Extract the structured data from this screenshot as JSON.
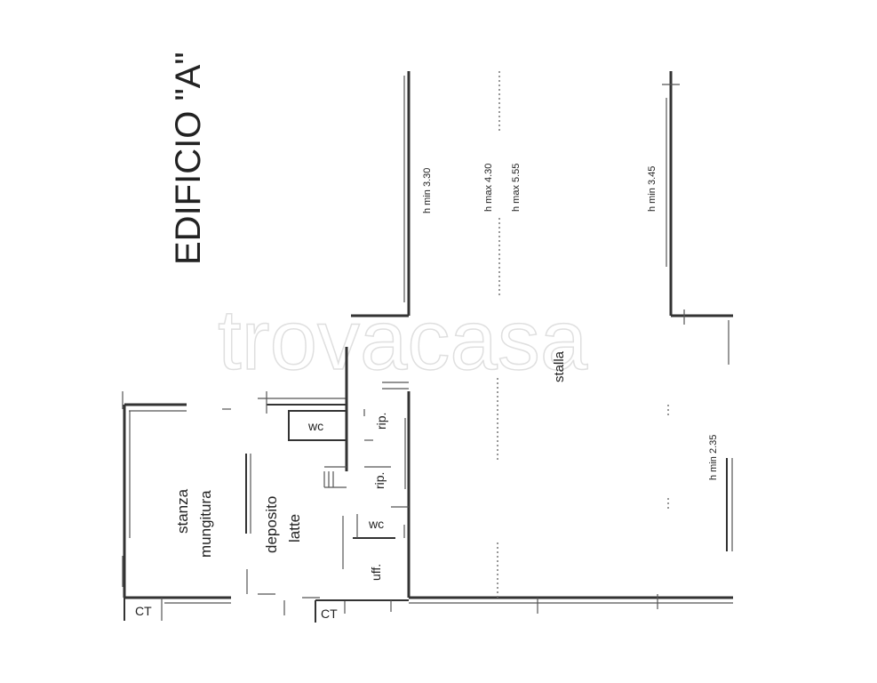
{
  "building_title": "EDIFICIO \"A\"",
  "heights": {
    "h_min_330": "h min 3.30",
    "h_max_430": "h  max 4.30",
    "h_max_555": "h  max 5.55",
    "h_min_345": "h  min 3.45",
    "h_min_235": "h min 2.35"
  },
  "rooms": {
    "stalla": "stalla",
    "stanza": "stanza",
    "mungitura": "mungitura",
    "deposito": "deposito",
    "latte": "latte",
    "wc_1": "wc",
    "wc_2": "wc",
    "rip_1": "rip.",
    "rip_2": "rip.",
    "uff": "uff.",
    "ct_1": "CT",
    "ct_2": "CT"
  },
  "watermark": "trovacasa"
}
